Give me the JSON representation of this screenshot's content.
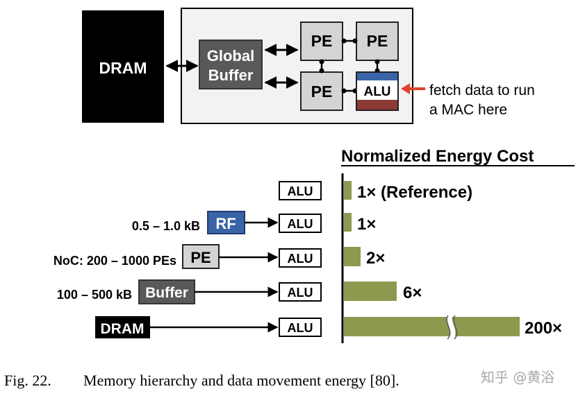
{
  "top": {
    "dram_label": "DRAM",
    "buffer_line1": "Global",
    "buffer_line2": "Buffer",
    "pe_label": "PE",
    "alu_label": "ALU",
    "note_line1": "fetch data to run",
    "note_line2": "a MAC here"
  },
  "bottom": {
    "title": "Normalized Energy Cost",
    "alu_label": "ALU",
    "rows": [
      {
        "size": "",
        "source": "",
        "cost": "1× (Reference)"
      },
      {
        "size": "0.5 – 1.0 kB",
        "source": "RF",
        "cost": "1×"
      },
      {
        "size": "NoC: 200 – 1000 PEs",
        "source": "PE",
        "cost": "2×"
      },
      {
        "size": "100 – 500 kB",
        "source": "Buffer",
        "cost": "6×"
      },
      {
        "size": "",
        "source": "DRAM",
        "cost": "200×"
      }
    ]
  },
  "chart_data": {
    "type": "bar",
    "title": "Normalized Energy Cost",
    "categories": [
      "ALU",
      "RF",
      "PE",
      "Buffer",
      "DRAM"
    ],
    "values": [
      1,
      1,
      2,
      6,
      200
    ],
    "axis_break": true
  },
  "caption": {
    "label": "Fig. 22.",
    "text": "Memory hierarchy and data movement energy [80].",
    "watermark": "知乎 @黄浴"
  },
  "colors": {
    "bar": "#8c9a50",
    "rf": "#3a64a8",
    "alu_top": "#3a64a8",
    "alu_bottom": "#8b3a36",
    "arrow_red": "#e2412f",
    "buffer_dark": "#555555",
    "pe_gray": "#d4d4d4"
  }
}
